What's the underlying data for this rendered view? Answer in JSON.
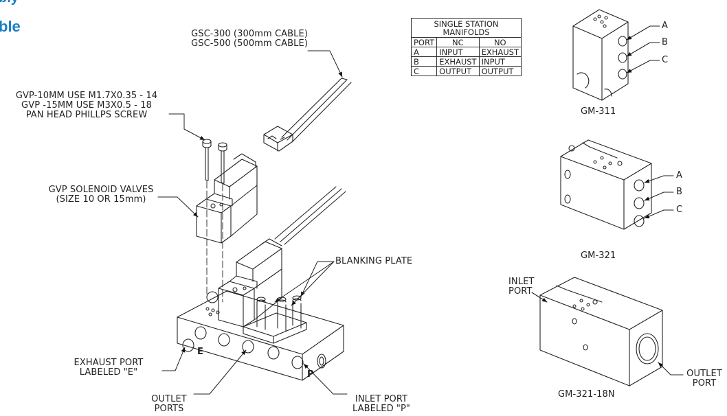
{
  "header": {
    "line1": "bly",
    "line2": "ble"
  },
  "callouts": {
    "cable_1": "GSC-300 (300mm CABLE)",
    "cable_2": "GSC-500 (500mm CABLE)",
    "screw_1": "GVP-10MM USE M1.7X0.35 - 14",
    "screw_2": "GVP -15MM USE M3X0.5 - 18",
    "screw_3": "PAN HEAD PHILLPS SCREW",
    "valve_1": "GVP SOLENOID VALVES",
    "valve_2": "(SIZE 10 OR 15mm)",
    "blanking": "BLANKING PLATE",
    "exhaust_1": "EXHAUST PORT",
    "exhaust_2": "LABELED \"E\"",
    "outlet_1": "OUTLET",
    "outlet_2": "PORTS",
    "inlet_1": "INLET PORT",
    "inlet_2": "LABELED \"P\"",
    "inlet_port_1": "INLET",
    "inlet_port_2": "PORT",
    "outlet_port_1": "OUTLET",
    "outlet_port_2": "PORT",
    "block_letter_e": "E",
    "block_letter_p": "P"
  },
  "table": {
    "title_1": "SINGLE STATION",
    "title_2": "MANIFOLDS",
    "headers": [
      "PORT",
      "NC",
      "NO"
    ],
    "rows": [
      [
        "A",
        "INPUT",
        "EXHAUST"
      ],
      [
        "B",
        "EXHAUST",
        "INPUT"
      ],
      [
        "C",
        "OUTPUT",
        "OUTPUT"
      ]
    ]
  },
  "models": {
    "gm311": {
      "name": "GM-311",
      "ports": [
        "A",
        "B",
        "C"
      ]
    },
    "gm321": {
      "name": "GM-321",
      "ports": [
        "A",
        "B",
        "C"
      ]
    },
    "gm321_18n": {
      "name": "GM-321-18N"
    }
  }
}
